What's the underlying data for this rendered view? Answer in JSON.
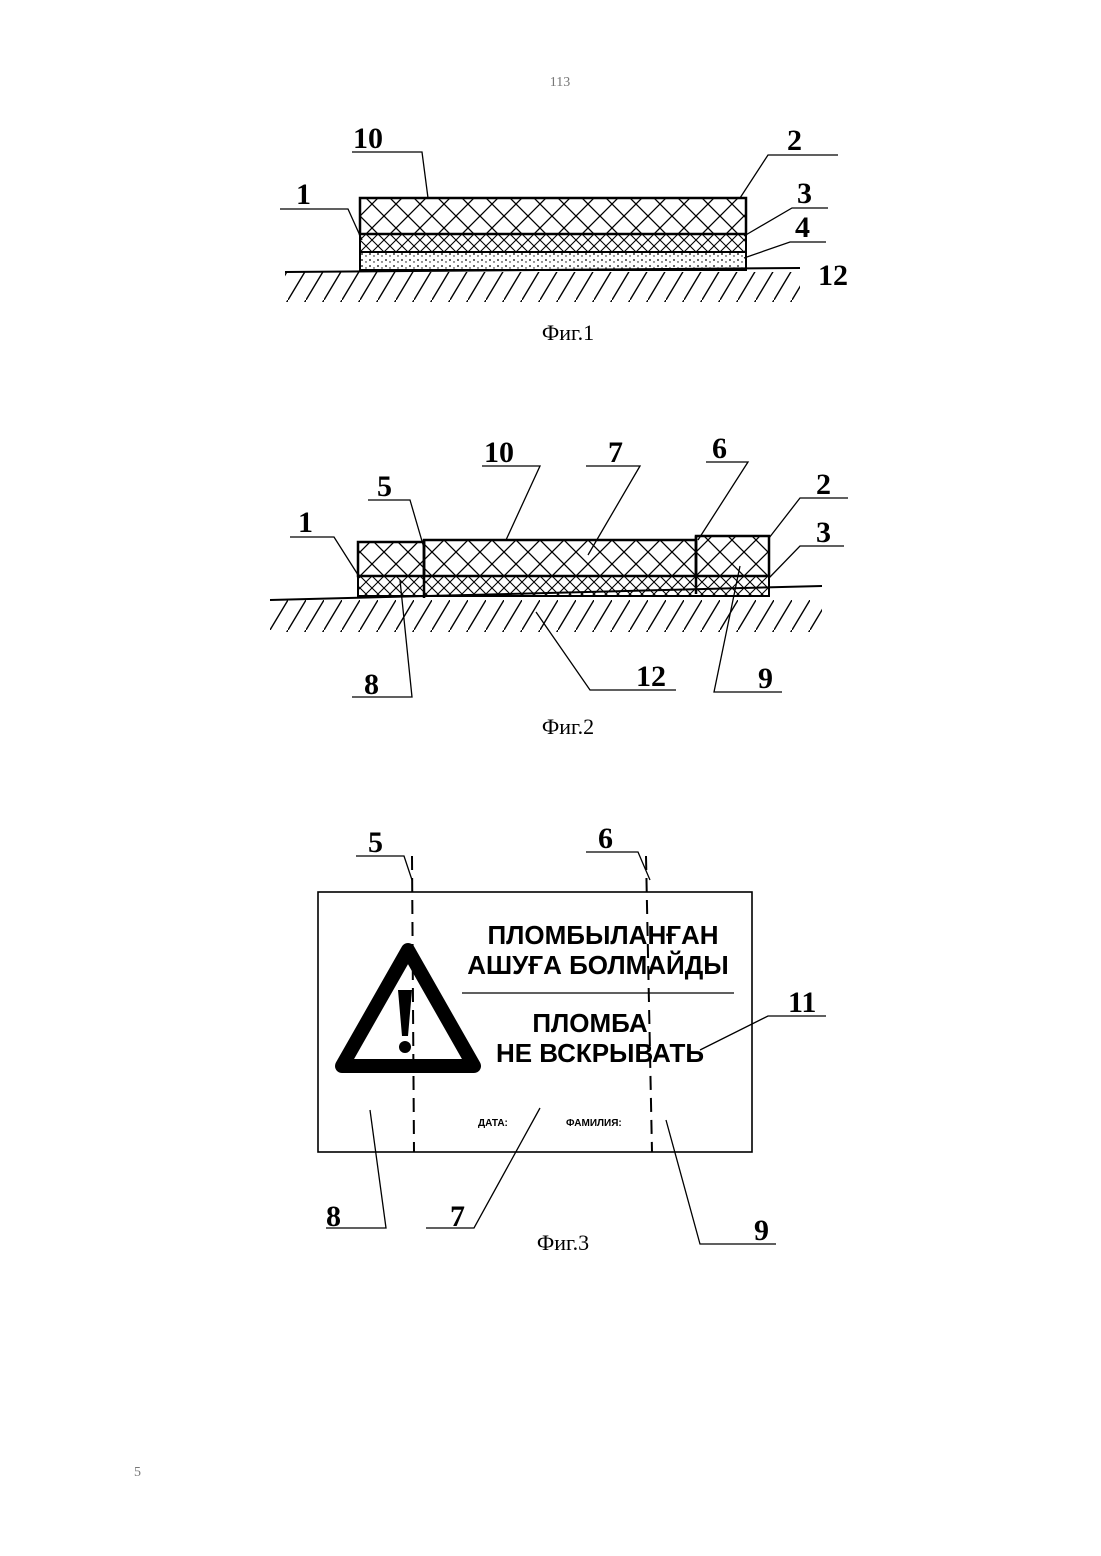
{
  "header": {
    "page_mark": "113"
  },
  "footer": {
    "page_number": "5"
  },
  "fig1": {
    "caption": "Фиг.1",
    "labels": {
      "l10": "10",
      "l1": "1",
      "l2": "2",
      "l3": "3",
      "l4": "4",
      "l12": "12"
    }
  },
  "fig2": {
    "caption": "Фиг.2",
    "labels": {
      "l10": "10",
      "l7": "7",
      "l6": "6",
      "l5": "5",
      "l1": "1",
      "l2": "2",
      "l3": "3",
      "l8": "8",
      "l12": "12",
      "l9": "9"
    }
  },
  "fig3": {
    "caption": "Фиг.3",
    "labels": {
      "l5": "5",
      "l6": "6",
      "l11": "11",
      "l8": "8",
      "l7": "7",
      "l9": "9"
    },
    "seal": {
      "title_kz_line1": "ПЛОМБЫЛАНҒАН",
      "title_kz_line2": "АШУҒА БОЛМАЙДЫ",
      "title_ru_line1": "ПЛОМБА",
      "title_ru_line2": "НЕ ВСКРЫВАТЬ",
      "date_label": "ДАТА:",
      "surname_label": "ФАМИЛИЯ:",
      "warning_symbol": "!"
    }
  }
}
